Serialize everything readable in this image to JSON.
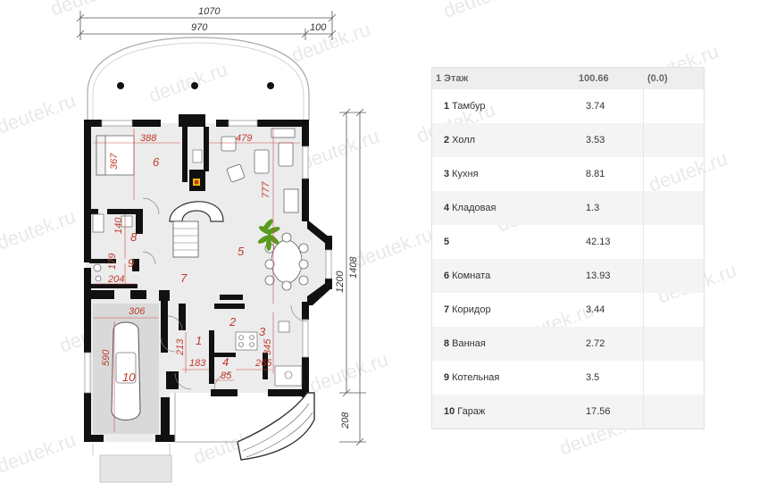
{
  "watermark": "deutek.ru",
  "plan": {
    "dims": {
      "total_width": "1070",
      "main_width": "970",
      "extra_width": "100",
      "total_height": "1408",
      "main_height": "1200",
      "bottom_height": "208"
    },
    "room_dims": [
      "388",
      "367",
      "479",
      "777",
      "140",
      "179",
      "204",
      "306",
      "590",
      "213",
      "183",
      "345",
      "265",
      "85"
    ],
    "room_numbers": [
      "1",
      "2",
      "3",
      "4",
      "5",
      "6",
      "7",
      "8",
      "9",
      "10"
    ]
  },
  "table": {
    "header": {
      "label": "1 Этаж",
      "area": "100.66",
      "extra": "(0.0)"
    },
    "rows": [
      {
        "num": "1",
        "name": "Тамбур",
        "area": "3.74"
      },
      {
        "num": "2",
        "name": "Холл",
        "area": "3.53"
      },
      {
        "num": "3",
        "name": "Кухня",
        "area": "8.81"
      },
      {
        "num": "4",
        "name": "Кладовая",
        "area": "1.3"
      },
      {
        "num": "5",
        "name": "",
        "area": "42.13"
      },
      {
        "num": "6",
        "name": "Комната",
        "area": "13.93"
      },
      {
        "num": "7",
        "name": "Коридор",
        "area": "3.44"
      },
      {
        "num": "8",
        "name": "Ванная",
        "area": "2.72"
      },
      {
        "num": "9",
        "name": "Котельная",
        "area": "3.5"
      },
      {
        "num": "10",
        "name": "Гараж",
        "area": "17.56"
      }
    ]
  }
}
